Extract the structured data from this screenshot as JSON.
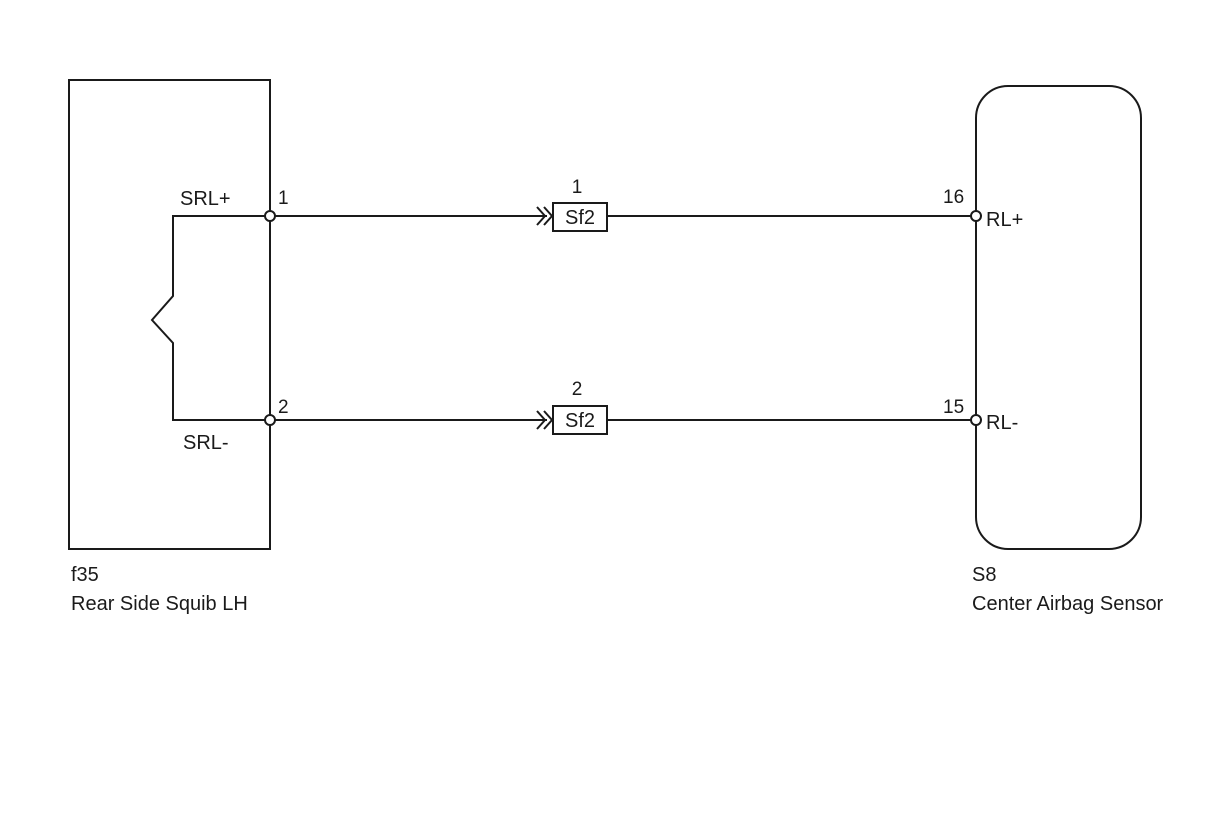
{
  "left_component": {
    "id": "f35",
    "name": "Rear Side Squib LH",
    "pin_pos_label": "SRL+",
    "pin_neg_label": "SRL-",
    "pin_pos_number": "1",
    "pin_neg_number": "2"
  },
  "connectors": [
    {
      "pin": "1",
      "label": "Sf2"
    },
    {
      "pin": "2",
      "label": "Sf2"
    }
  ],
  "right_component": {
    "id": "S8",
    "name": "Center Airbag Sensor",
    "pin_pos_label": "RL+",
    "pin_neg_label": "RL-",
    "pin_pos_number": "16",
    "pin_neg_number": "15"
  }
}
